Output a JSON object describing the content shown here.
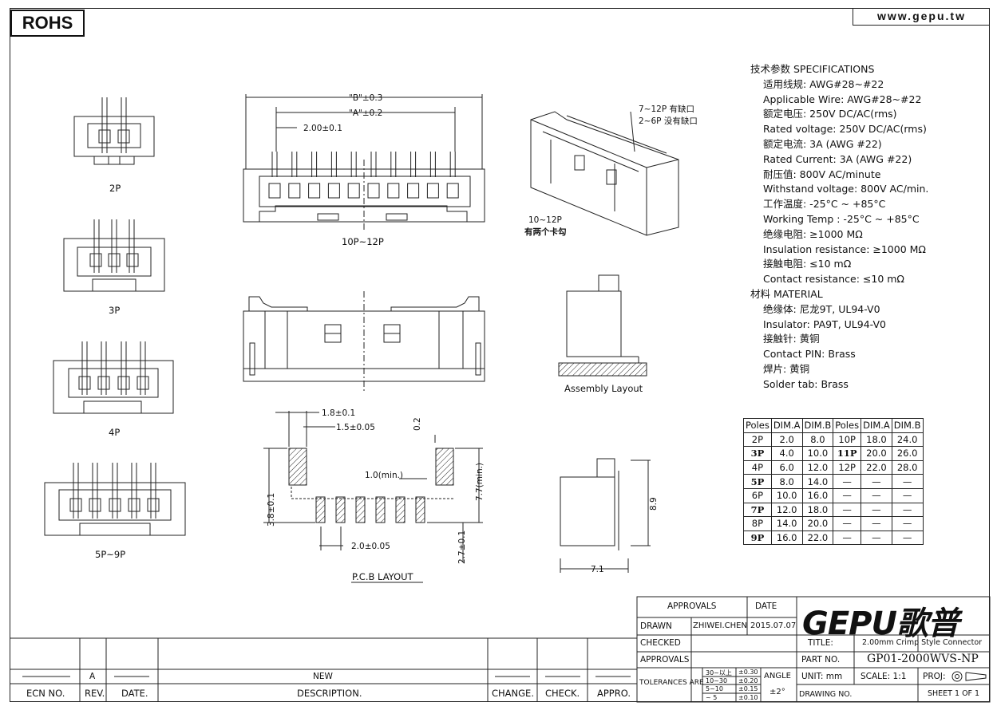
{
  "header": {
    "rohs": "ROHS",
    "url": "www.gepu.tw"
  },
  "views": {
    "labels": {
      "p2": "2P",
      "p3": "3P",
      "p4": "4P",
      "p5": "5P~9P",
      "p10": "10P~12P",
      "assembly": "Assembly Layout",
      "pcb": "P.C.B LAYOUT"
    },
    "dims": {
      "b": "\"B\"±0.3",
      "a": "\"A\"±0.2",
      "pitch": "2.00±0.1",
      "d18": "1.8±0.1",
      "d15": "1.5±0.05",
      "d02": "0.2",
      "d10": "1.0(min.)",
      "d38": "3.8±0.1",
      "d77": "7.7(min.)",
      "d20": "2.0±0.05",
      "d27": "2.7±0.1",
      "d89": "8.9",
      "d71": "7.1"
    },
    "notes": {
      "n1": "7~12P 有缺口",
      "n2": "2~6P 没有缺口",
      "n3": "10~12P",
      "n4": "有两个卡勾"
    }
  },
  "specs": [
    {
      "t": "技术参数    SPECIFICATIONS",
      "h": true
    },
    {
      "t": "适用线规:  AWG#28~#22"
    },
    {
      "t": "Applicable Wire:  AWG#28~#22"
    },
    {
      "t": "额定电压:  250V DC/AC(rms)"
    },
    {
      "t": "Rated voltage:  250V DC/AC(rms)"
    },
    {
      "t": "额定电流:  3A (AWG #22)"
    },
    {
      "t": "Rated Current:  3A (AWG #22)"
    },
    {
      "t": "耐压值:  800V AC/minute"
    },
    {
      "t": "Withstand voltage:  800V AC/min."
    },
    {
      "t": "工作温度:  -25°C ~ +85°C"
    },
    {
      "t": "Working Temp :  -25°C ~ +85°C"
    },
    {
      "t": "绝缘电阻:   ≥1000 MΩ"
    },
    {
      "t": "Insulation resistance:  ≥1000 MΩ"
    },
    {
      "t": "接触电阻:   ≤10 mΩ"
    },
    {
      "t": "Contact resistance:  ≤10 mΩ"
    },
    {
      "t": "材料    MATERIAL",
      "h": true
    },
    {
      "t": "绝缘体:  尼龙9T, UL94-V0"
    },
    {
      "t": "Insulator:  PA9T, UL94-V0"
    },
    {
      "t": "接触针:  黄铜"
    },
    {
      "t": "Contact PIN:  Brass"
    },
    {
      "t": "焊片:  黄铜"
    },
    {
      "t": "Solder tab:  Brass"
    }
  ],
  "poles_table": {
    "headers": [
      "Poles",
      "DIM.A",
      "DIM.B",
      "Poles",
      "DIM.A",
      "DIM.B"
    ],
    "rows": [
      [
        "2P",
        "2.0",
        "8.0",
        "10P",
        "18.0",
        "24.0"
      ],
      [
        "3P",
        "4.0",
        "10.0",
        "11P",
        "20.0",
        "26.0"
      ],
      [
        "4P",
        "6.0",
        "12.0",
        "12P",
        "22.0",
        "28.0"
      ],
      [
        "5P",
        "8.0",
        "14.0",
        "—",
        "—",
        "—"
      ],
      [
        "6P",
        "10.0",
        "16.0",
        "—",
        "—",
        "—"
      ],
      [
        "7P",
        "12.0",
        "18.0",
        "—",
        "—",
        "—"
      ],
      [
        "8P",
        "14.0",
        "20.0",
        "—",
        "—",
        "—"
      ],
      [
        "9P",
        "16.0",
        "22.0",
        "—",
        "—",
        "—"
      ]
    ]
  },
  "title_block": {
    "approvals": "APPROVALS",
    "date": "DATE",
    "drawn": "DRAWN",
    "drawn_by": "ZHIWEI.CHEN",
    "drawn_date": "2015.07.07",
    "checked": "CHECKED",
    "approvals2": "APPROVALS",
    "tolerances": "TOLERANCES ARE",
    "tol_rows": [
      [
        "30~以上",
        "±0.30"
      ],
      [
        "10~30",
        "±0.20"
      ],
      [
        "5~10",
        "±0.15"
      ],
      [
        "~ 5",
        "±0.10"
      ]
    ],
    "angle": "ANGLE",
    "angle_val": "±2°",
    "logo": "GEPU歌普",
    "title_lbl": "TITLE:",
    "title": "2.00mm Crimp Style Connector",
    "partno_lbl": "PART NO.",
    "partno": "GP01-2000WVS-NP",
    "unit": "UNIT: mm",
    "scale": "SCALE:  1:1",
    "proj": "PROJ:",
    "drawing_no": "DRAWING NO.",
    "sheet": "SHEET  1 OF 1"
  },
  "revision": {
    "rev": "A",
    "desc": "NEW",
    "headers": [
      "ECN NO.",
      "REV.",
      "DATE.",
      "DESCRIPTION.",
      "CHANGE.",
      "CHECK.",
      "APPRO."
    ]
  }
}
